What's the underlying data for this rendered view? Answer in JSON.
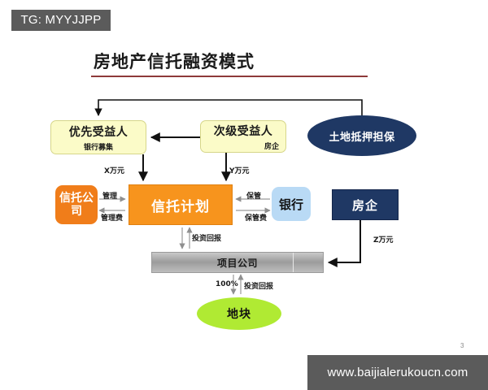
{
  "badge": {
    "text": "TG: MYYJJPP"
  },
  "slide": {
    "title": "房地产信托融资模式",
    "page_number": "3"
  },
  "nodes": {
    "priority_beneficiary": {
      "label": "优先受益人",
      "sublabel": "银行募集"
    },
    "subordinate_beneficiary": {
      "label": "次级受益人",
      "sublabel": "房企"
    },
    "land_mortgage": {
      "label": "土地抵押担保"
    },
    "trust_company": {
      "label": "信托公司"
    },
    "trust_plan": {
      "label": "信托计划"
    },
    "bank": {
      "label": "银行"
    },
    "developer": {
      "label": "房企"
    },
    "project_company": {
      "label": "项目公司"
    },
    "land_parcel": {
      "label": "地块"
    }
  },
  "flows": {
    "x_amount": "X万元",
    "y_amount": "Y万元",
    "z_amount": "Z万元",
    "manage": "管理",
    "manage_fee": "管理费",
    "custody": "保管",
    "custody_fee": "保管费",
    "investment_return_top": "投资回报",
    "equity_pct": "100%",
    "investment_return_bottom": "投资回报"
  },
  "watermark": {
    "text": "www.baijialerukoucn.com"
  },
  "colors": {
    "badge_bg": "#5b5b5b",
    "title_rule": "#8e3a3a",
    "yellow_box": "#fbfbc8",
    "navy": "#1f3864",
    "orange_company": "#f07d1a",
    "orange_plan": "#f7941d",
    "bank_blue": "#b9daf5",
    "project_gray": "#9c9c9c",
    "land_green": "#b0ea33"
  }
}
